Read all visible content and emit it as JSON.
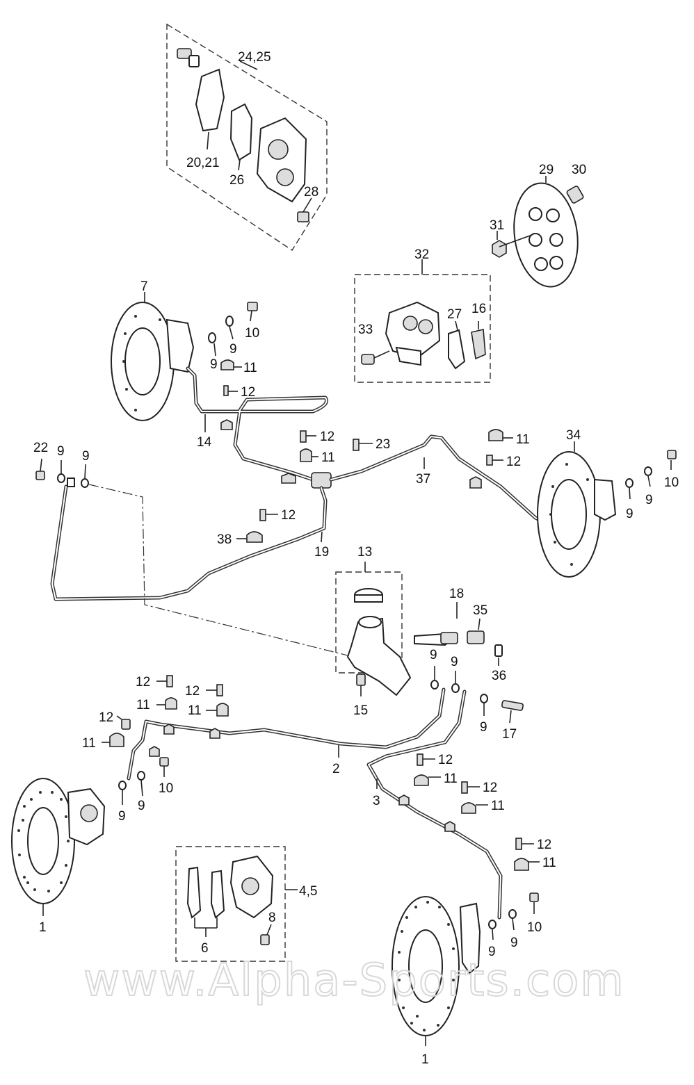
{
  "callouts": {
    "c_24_25": "24,25",
    "c_20_21": "20,21",
    "c_26": "26",
    "c_28": "28",
    "c_29": "29",
    "c_30": "30",
    "c_31": "31",
    "c_32": "32",
    "c_33": "33",
    "c_27": "27",
    "c_16": "16",
    "c_7": "7",
    "c_10a": "10",
    "c_9a": "9",
    "c_9b": "9",
    "c_11a": "11",
    "c_12a": "12",
    "c_14": "14",
    "c_12b": "12",
    "c_11b": "11",
    "c_23": "23",
    "c_11c": "11",
    "c_12c": "12",
    "c_37": "37",
    "c_34": "34",
    "c_10b": "10",
    "c_9c": "9",
    "c_9d": "9",
    "c_22": "22",
    "c_9e": "9",
    "c_9f": "9",
    "c_12d": "12",
    "c_38": "38",
    "c_19": "19",
    "c_13": "13",
    "c_18": "18",
    "c_35": "35",
    "c_36": "36",
    "c_9g": "9",
    "c_9h": "9",
    "c_9i": "9",
    "c_17": "17",
    "c_15": "15",
    "c_12e": "12",
    "c_12f": "12",
    "c_11d": "11",
    "c_11e": "11",
    "c_12g": "12",
    "c_11f": "11",
    "c_10c": "10",
    "c_9j": "9",
    "c_9k": "9",
    "c_2": "2",
    "c_3": "3",
    "c_12h": "12",
    "c_11g": "11",
    "c_12i": "12",
    "c_11h": "11",
    "c_12j": "12",
    "c_11i": "11",
    "c_1a": "1",
    "c_4_5": "4,5",
    "c_8": "8",
    "c_6": "6",
    "c_10d": "10",
    "c_9l": "9",
    "c_9m": "9",
    "c_1b": "1"
  },
  "watermark": "www.Alpha-Sports.com"
}
